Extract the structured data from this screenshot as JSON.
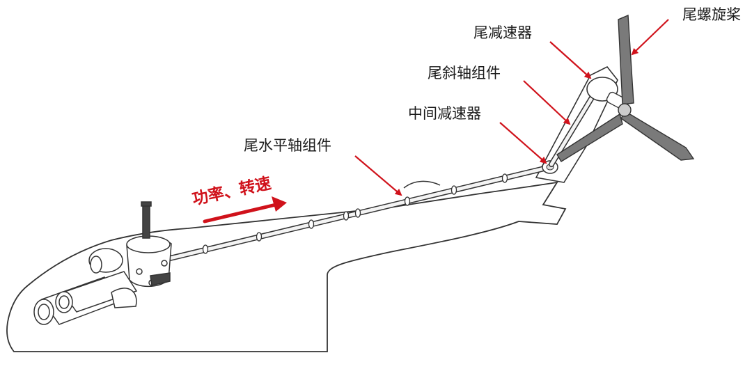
{
  "labels": {
    "tail_rotor": "尾螺旋桨",
    "tail_gearbox": "尾减速器",
    "tail_inclined_shaft": "尾斜轴组件",
    "intermediate_gearbox": "中间减速器",
    "tail_horizontal_shaft": "尾水平轴组件"
  },
  "flow_label": "功率、转速",
  "colors": {
    "accent": "#d0121b",
    "outline": "#333333",
    "shaft": "#f4f4f4",
    "rotor": "#666666"
  },
  "icons": {
    "arrow": "pointer-arrow"
  }
}
